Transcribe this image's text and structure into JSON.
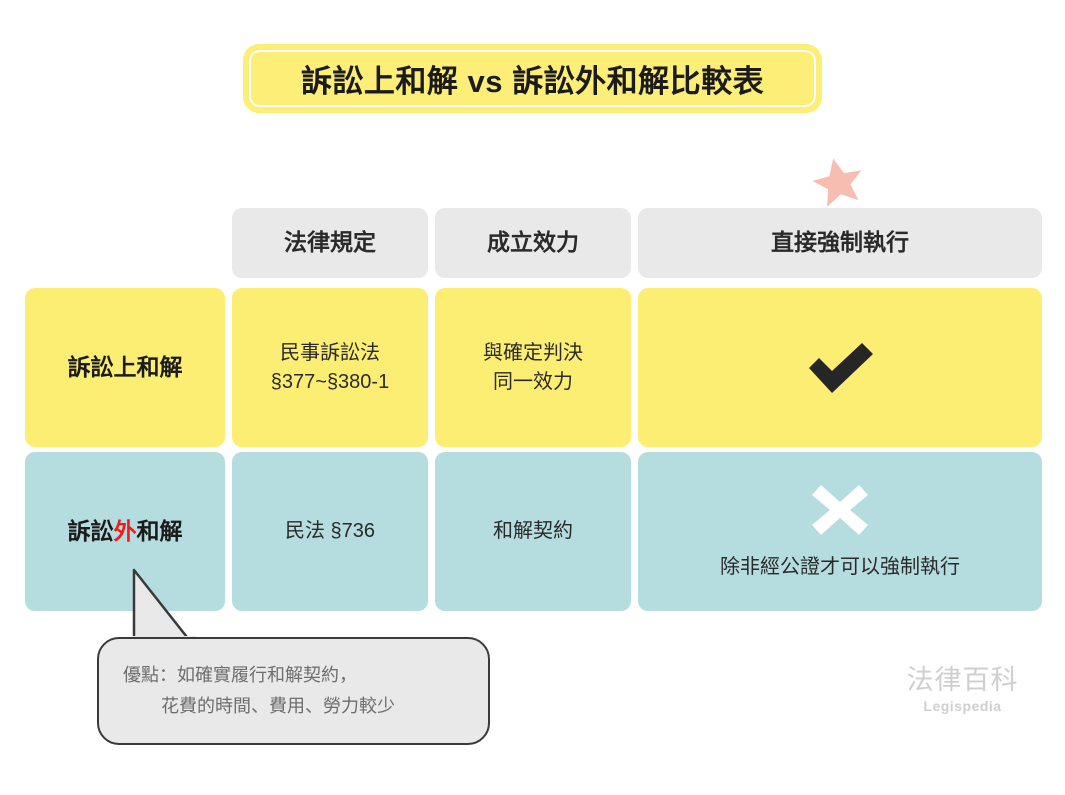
{
  "title": "訴訟上和解 vs 訴訟外和解比較表",
  "colors": {
    "title_bg": "#FCEE77",
    "header_bg": "#E9E9E9",
    "row1_bg": "#FCEE72",
    "row2_bg": "#B5DCDF",
    "star": "#F7BDB0",
    "highlight_red": "#EE1C1C",
    "check_mark": "#262626",
    "cross_mark": "#FFFFFF",
    "bubble_bg": "#E9E9E9",
    "bubble_border": "#3A3A3A",
    "watermark": "#CFCFCF",
    "page_bg": "#FFFFFF"
  },
  "table": {
    "corner_label": "",
    "headers": [
      {
        "label": "法律規定"
      },
      {
        "label": "成立效力"
      },
      {
        "label": "直接強制執行",
        "has_star": true
      }
    ],
    "rows": [
      {
        "label": "訴訟上和解",
        "label_prefix": "訴訟",
        "label_highlight": "上",
        "label_suffix": "和解",
        "highlighted": false,
        "theme": "yellow",
        "cells": [
          {
            "lines": [
              "民事訴訟法",
              "§377~§380-1"
            ]
          },
          {
            "lines": [
              "與確定判決",
              "同一效力"
            ]
          },
          {
            "mark": "check",
            "mark_glyph": "✔",
            "note": ""
          }
        ]
      },
      {
        "label": "訴訟外和解",
        "label_prefix": "訴訟",
        "label_highlight": "外",
        "label_suffix": "和解",
        "highlighted": true,
        "theme": "teal",
        "cells": [
          {
            "lines": [
              "民法 §736"
            ]
          },
          {
            "lines": [
              "和解契約"
            ]
          },
          {
            "mark": "cross",
            "mark_glyph": "✖",
            "note": "除非經公證才可以強制執行"
          }
        ]
      }
    ]
  },
  "callout": {
    "line1": "優點：如確實履行和解契約，",
    "line2": "花費的時間、費用、勞力較少"
  },
  "watermark": {
    "cn": "法律百科",
    "en": "Legispedia"
  },
  "icons": {
    "star": "star-icon",
    "check": "check-icon",
    "cross": "cross-icon"
  }
}
